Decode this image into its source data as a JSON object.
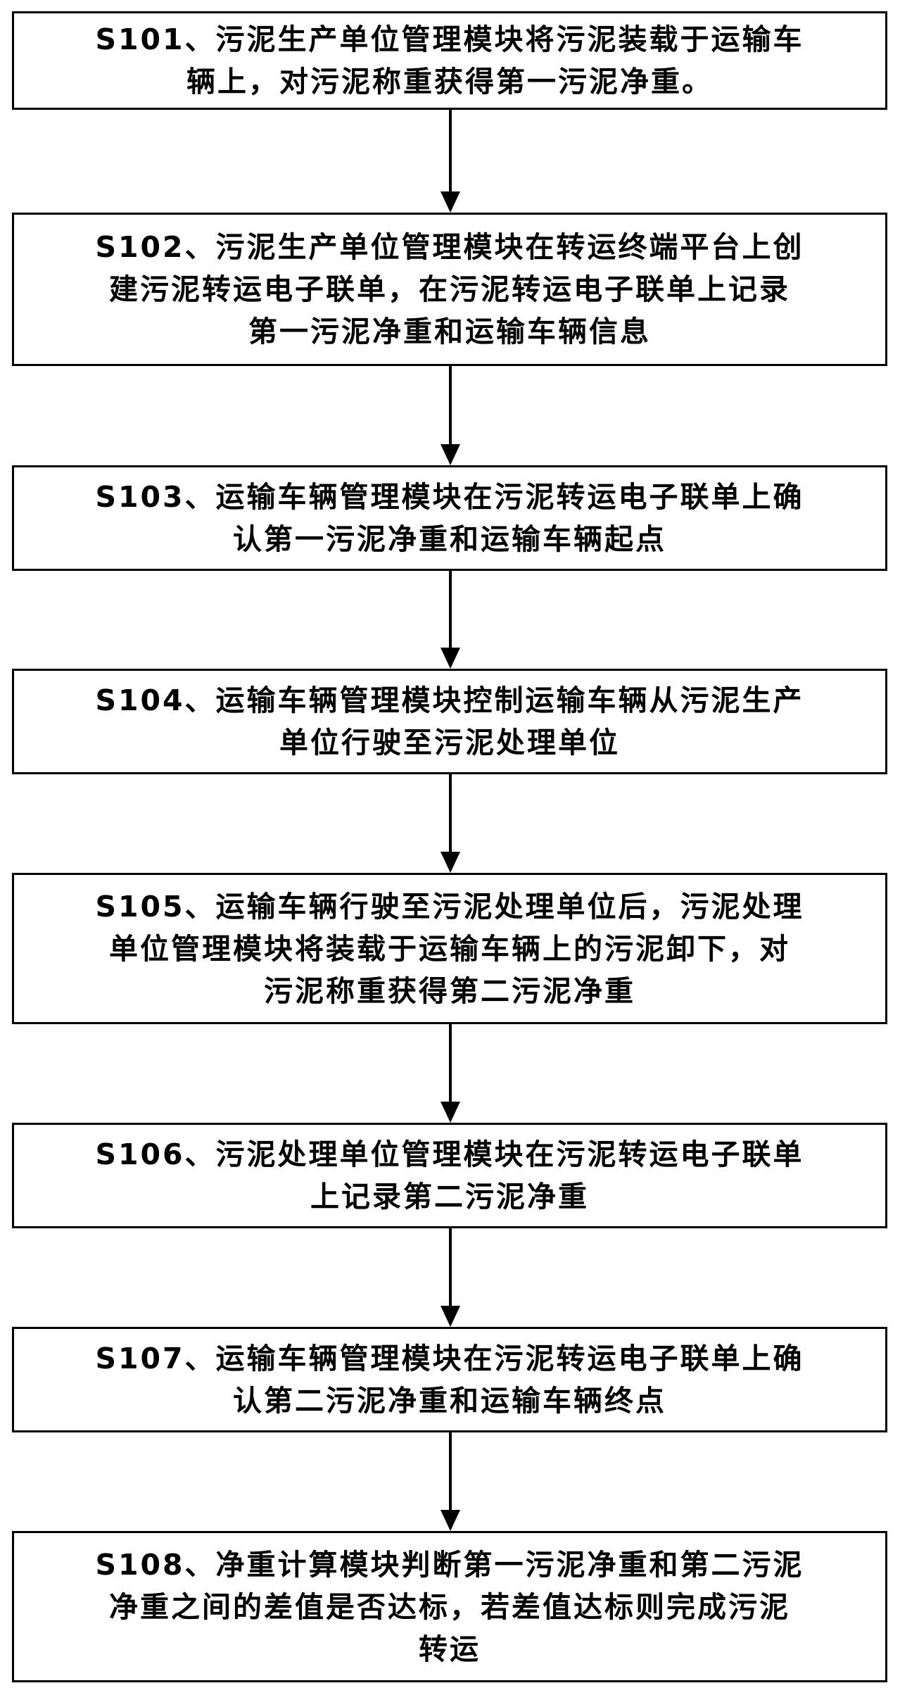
{
  "steps": [
    {
      "id": "S101",
      "text": "S101、污泥生产单位管理模块将污泥装载于运输车\n辆上，对污泥称重获得第一污泥净重。"
    },
    {
      "id": "S102",
      "text": "S102、污泥生产单位管理模块在转运终端平台上创\n建污泥转运电子联单，在污泥转运电子联单上记录\n第一污泥净重和运输车辆信息"
    },
    {
      "id": "S103",
      "text": "S103、运输车辆管理模块在污泥转运电子联单上确\n认第一污泥净重和运输车辆起点"
    },
    {
      "id": "S104",
      "text": "S104、运输车辆管理模块控制运输车辆从污泥生产\n单位行驶至污泥处理单位"
    },
    {
      "id": "S105",
      "text": "S105、运输车辆行驶至污泥处理单位后，污泥处理\n单位管理模块将装载于运输车辆上的污泥卸下，对\n污泥称重获得第二污泥净重"
    },
    {
      "id": "S106",
      "text": "S106、污泥处理单位管理模块在污泥转运电子联单\n上记录第二污泥净重"
    },
    {
      "id": "S107",
      "text": "S107、运输车辆管理模块在污泥转运电子联单上确\n认第二污泥净重和运输车辆终点"
    },
    {
      "id": "S108",
      "text": "S108、净重计算模块判断第一污泥净重和第二污泥\n净重之间的差值是否达标，若差值达标则完成污泥\n转运"
    }
  ]
}
